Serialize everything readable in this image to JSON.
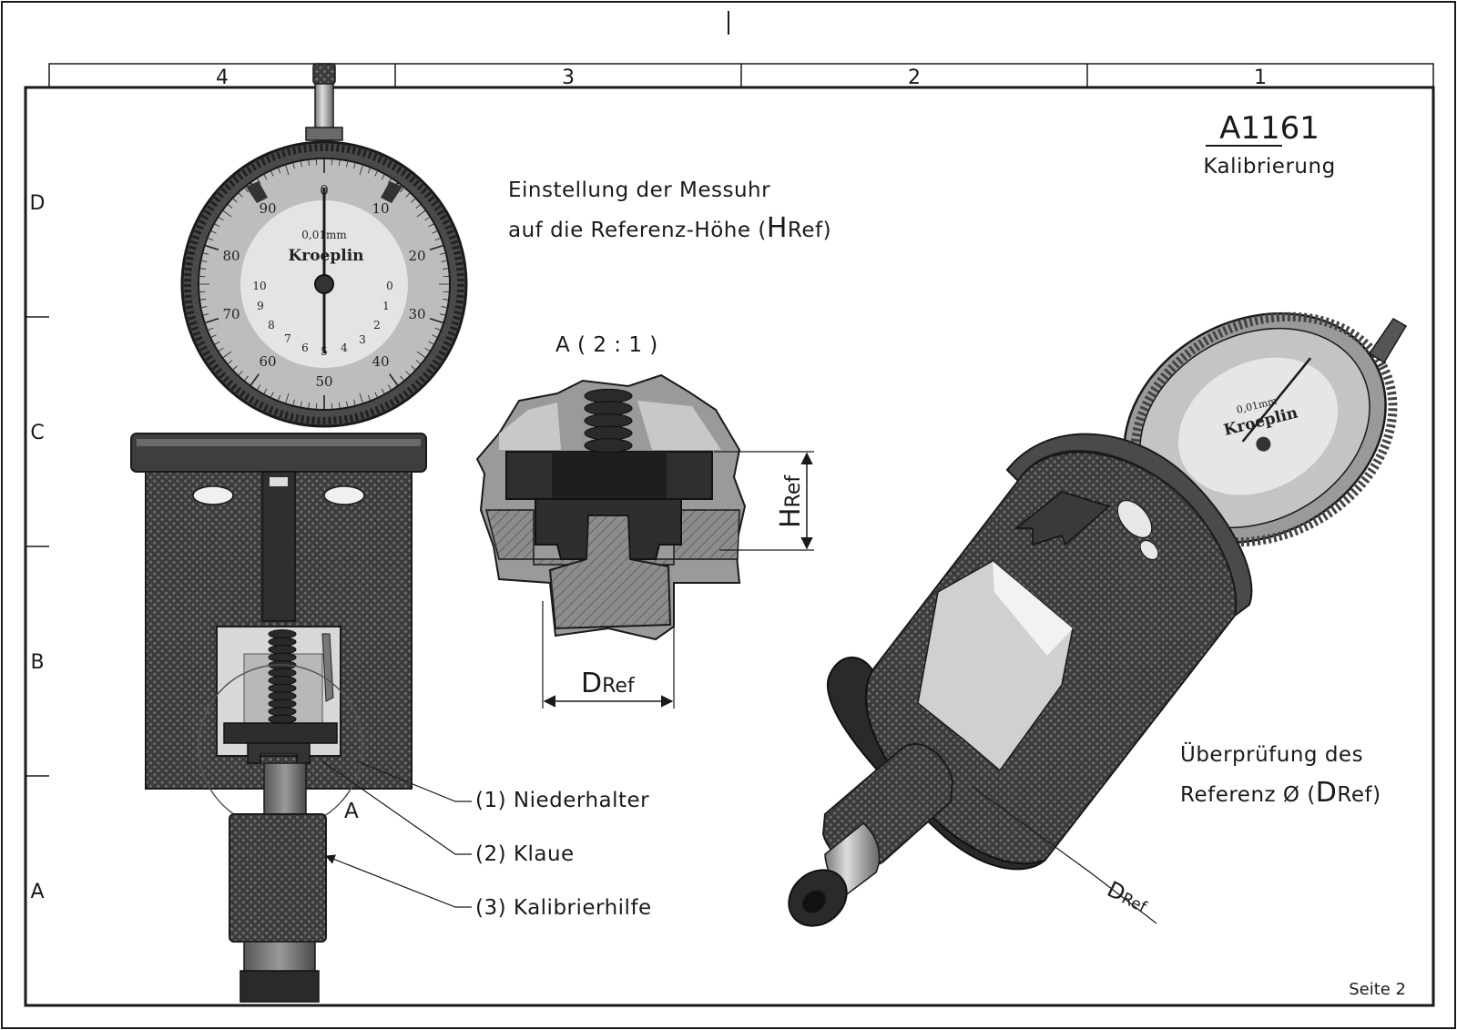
{
  "grid": {
    "columns": [
      "4",
      "3",
      "2",
      "1"
    ],
    "rows": [
      "D",
      "C",
      "B",
      "A"
    ]
  },
  "title_block": {
    "number": "A1161",
    "subtitle": "Kalibrierung"
  },
  "notes": {
    "setting_line1": "Einstellung der Messuhr",
    "setting_line2_prefix": "auf die Referenz-Höhe (",
    "h_big": "H",
    "ref_small": "Ref",
    "close_paren": ")",
    "check_line1": "Überprüfung des",
    "check_line2_prefix": "Referenz Ø (",
    "d_big": "D"
  },
  "detail": {
    "label": "A ( 2 : 1 )",
    "section_marker": "A",
    "dim_height_main": "H",
    "dim_height_sub": "Ref",
    "dim_diameter_main": "D",
    "dim_diameter_sub": "Ref"
  },
  "callouts": [
    {
      "text": "(1) Niederhalter"
    },
    {
      "text": "(2) Klaue"
    },
    {
      "text": "(3) Kalibrierhilfe"
    }
  ],
  "iso_dim": {
    "main": "D",
    "sub": "Ref"
  },
  "dial_front": {
    "brand": "Kroeplin",
    "resolution": "0,01mm",
    "outer_numbers": [
      "0",
      "10",
      "20",
      "30",
      "40",
      "50",
      "60",
      "70",
      "80",
      "90"
    ],
    "inner_numbers": [
      "10",
      "9",
      "8",
      "7",
      "6",
      "5",
      "4",
      "3",
      "2",
      "1",
      "0"
    ]
  },
  "dial_iso": {
    "brand": "Kroeplin",
    "resolution": "0,01mm"
  },
  "page": "Seite 2",
  "colors": {
    "frame": "#1a1a1a",
    "metal_dark": "#3a3a3a",
    "metal_mid": "#8a8a8a",
    "dial_face": "#cfcfcf",
    "dial_inner": "#e6e6e6"
  }
}
